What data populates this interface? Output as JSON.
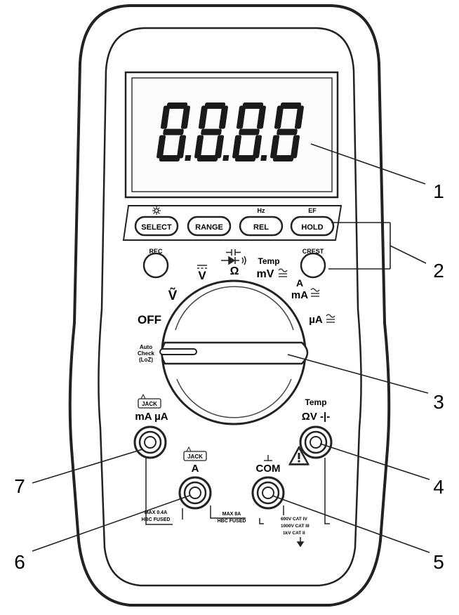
{
  "display": {
    "digits": [
      "8",
      "8",
      "8",
      "8"
    ]
  },
  "buttons": [
    {
      "label": "SELECT",
      "top_label": ""
    },
    {
      "label": "RANGE",
      "top_label": ""
    },
    {
      "label": "REL",
      "top_label": "Hz"
    },
    {
      "label": "HOLD",
      "top_label": "EF"
    }
  ],
  "side_buttons": {
    "left": "REC",
    "right": "CREST"
  },
  "dial": {
    "positions": {
      "off": "OFF",
      "ac_volt": "Ṽ",
      "dc_volt": "V",
      "ohm": "Ω",
      "temp": "Temp",
      "millivolt": "mV",
      "amp": "A",
      "milliamp": "mA",
      "microamp": "µA",
      "auto_check": [
        "Auto",
        "Check",
        "(LoZ)"
      ]
    }
  },
  "jacks": {
    "ma_ua": {
      "tag": "JACK",
      "label": "mA µA"
    },
    "temp_ohm": {
      "label_top": "Temp",
      "label": "ΩV -|-"
    },
    "amp": {
      "tag": "JACK",
      "label": "A"
    },
    "com": {
      "label": "COM"
    }
  },
  "fuse_notes": {
    "ma": [
      "MAX 0.4A",
      "HBC FUSED"
    ],
    "amp": [
      "MAX 8A",
      "HBC FUSED"
    ]
  },
  "cat_ratings": [
    "600V CAT IV",
    "1000V CAT III",
    "1kV CAT II"
  ],
  "callouts": [
    "1",
    "2",
    "3",
    "4",
    "5",
    "6",
    "7"
  ]
}
